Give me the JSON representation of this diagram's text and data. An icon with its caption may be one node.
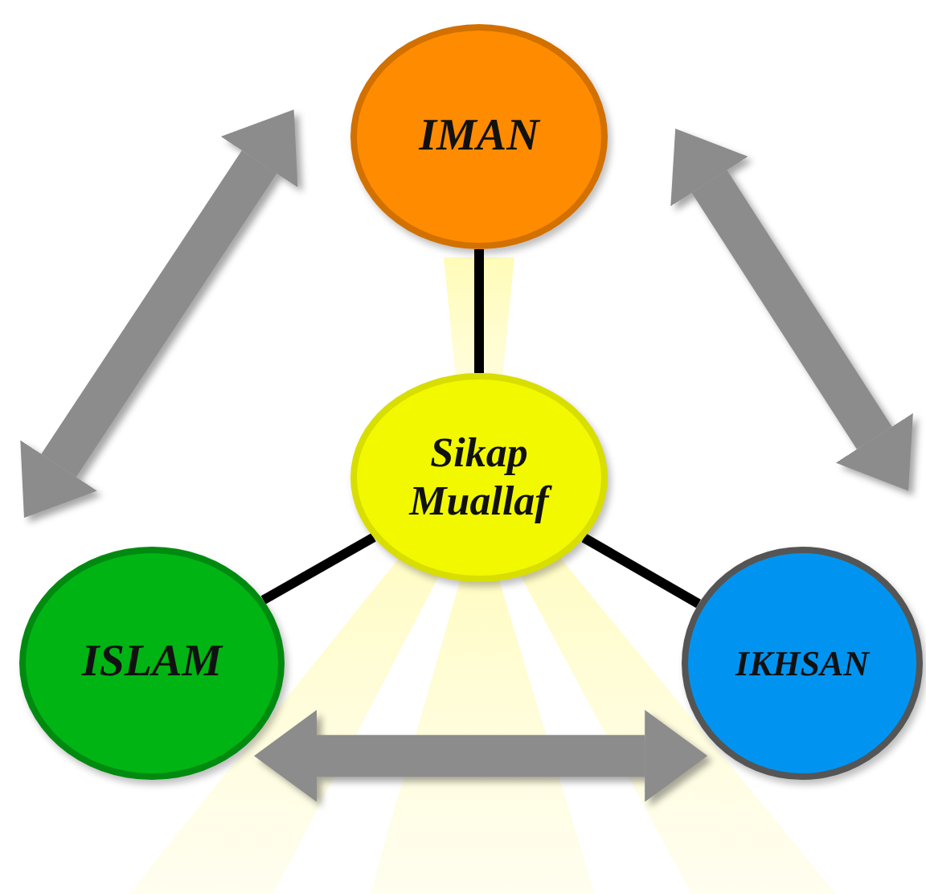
{
  "diagram": {
    "nodes": [
      {
        "text": [
          "IMAN"
        ]
      },
      {
        "text": [
          "Sikap Muallaf"
        ]
      },
      {
        "text": [
          "ISLAM"
        ]
      },
      {
        "text": [
          "IKHSAN"
        ]
      }
    ],
    "edges": [
      {
        "from": 1,
        "to": 0,
        "arrow": "none"
      },
      {
        "from": 1,
        "to": 2,
        "arrow": "none"
      },
      {
        "from": 1,
        "to": 3,
        "arrow": "none"
      },
      {
        "from": 0,
        "to": 2,
        "arrow": "both",
        "style": "thick",
        "color": "#8c8c8c"
      },
      {
        "from": 0,
        "to": 3,
        "arrow": "both",
        "style": "thick",
        "color": "#8c8c8c"
      },
      {
        "from": 2,
        "to": 3,
        "arrow": "both",
        "style": "thick",
        "color": "#8c8c8c"
      }
    ]
  }
}
